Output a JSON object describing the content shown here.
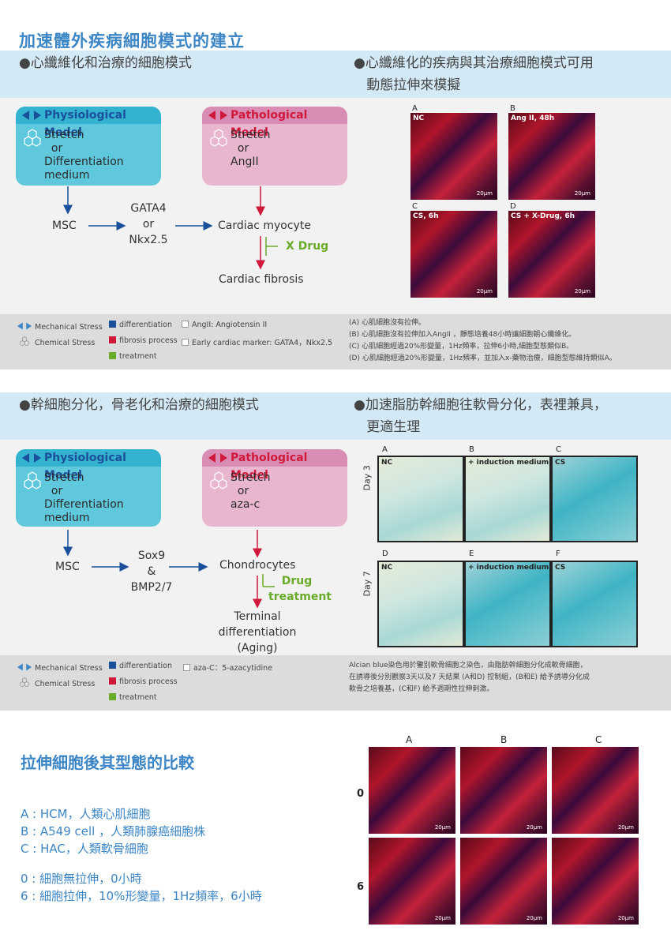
{
  "page": {
    "title": "加速體外疾病細胞模式的建立"
  },
  "section1": {
    "left_heading": "●心纖維化和治療的細胞模式",
    "right_heading": "●心纖維化的疾病與其治療細胞模式可用\n   動態拉伸來模擬",
    "phys_title": "Physiological Model",
    "phys_text": "Stretch\n  or\nDifferentiation\nmedium",
    "path_title": "Pathological Model",
    "path_text": "Stretch\n  or\nAngII",
    "msc": "MSC",
    "factors": "GATA4\nor\nNkx2.5",
    "cardiac_myocyte": "Cardiac myocyte",
    "x_drug": "X Drug",
    "cardiac_fibrosis": "Cardiac fibrosis",
    "images": [
      {
        "letter": "A",
        "label": "NC"
      },
      {
        "letter": "B",
        "label": "Ang II, 48h"
      },
      {
        "letter": "C",
        "label": "CS, 6h"
      },
      {
        "letter": "D",
        "label": "CS + X-Drug, 6h"
      }
    ],
    "scale": "20μm",
    "legend": {
      "mechanical": "Mechanical Stress",
      "chemical": "Chemical Stress",
      "differentiation": "differentiation",
      "fibrosis": "fibrosis process",
      "treatment": "treatment",
      "angii": "AngII: Angiotensin II",
      "marker": "Early cardiac marker: GATA4，Nkx2.5"
    },
    "caption": "(A) 心肌細胞沒有拉伸。\n(B) 心肌細胞沒有拉伸加入AngII ，靜態培養48小時讓細胞朝心纖維化。\n(C) 心肌細胞經過20%形變量，1Hz頻率，拉伸6小時,細胞型態類似B。\n(D) 心肌細胞經過20%形變量，1Hz頻率，並加入x-藥物治療，細胞型態維持類似A。"
  },
  "section2": {
    "left_heading": "●幹細胞分化，骨老化和治療的細胞模式",
    "right_heading": "●加速脂肪幹細胞往軟骨分化，表裡兼具，\n   更適生理",
    "phys_title": "Physiological Model",
    "phys_text": "Stretch\n  or\nDifferentiation\nmedium",
    "path_title": "Pathological Model",
    "path_text": "Stretch\n  or\naza-c",
    "msc": "MSC",
    "factors": "Sox9\n&\nBMP2/7",
    "chondrocytes": "Chondrocytes",
    "drug_treatment": "Drug\ntreatment",
    "terminal": "Terminal\ndifferentiation\n(Aging)",
    "day3": "Day 3",
    "day7": "Day 7",
    "images": [
      {
        "letter": "A",
        "label": "NC"
      },
      {
        "letter": "B",
        "label": "+ induction medium"
      },
      {
        "letter": "C",
        "label": "CS"
      },
      {
        "letter": "D",
        "label": "NC"
      },
      {
        "letter": "E",
        "label": "+ induction medium"
      },
      {
        "letter": "F",
        "label": "CS"
      }
    ],
    "legend": {
      "mechanical": "Mechanical Stress",
      "chemical": "Chemical Stress",
      "differentiation": "differentiation",
      "fibrosis": "fibrosis process",
      "treatment": "treatment",
      "azac": "aza-C：5-azacytidine"
    },
    "caption": "Alcian blue染色用於鑒別軟骨細胞之染色，由脂肪幹細胞分化成軟骨細胞，\n在誘導後分別觀察3天以及7 天結果 (A和D) 控制組，(B和E) 給予誘導分化成\n軟骨之培養基，(C和F) 給予週期性拉伸刺激。"
  },
  "section3": {
    "title": "拉伸細胞後其型態的比較",
    "lines": [
      "A : HCM，人類心肌細胞",
      "B : A549 cell ，人類肺腺癌細胞株",
      "C : HAC，人類軟骨細胞",
      "",
      "0 : 細胞無拉伸，0小時",
      "6 : 細胞拉伸，10%形變量，1Hz頻率，6小時"
    ],
    "col_labels": [
      "A",
      "B",
      "C"
    ],
    "row_labels": [
      "0",
      "6"
    ],
    "scale": "20μm"
  },
  "colors": {
    "title_blue": "#3d86c6",
    "band": "#d3e9f5",
    "phys_box": "#5fc8dd",
    "path_box": "#e9b6cf",
    "diff_arrow": "#1a4f9a",
    "fibrosis_arrow": "#d0183a",
    "treatment": "#6aab2a"
  }
}
